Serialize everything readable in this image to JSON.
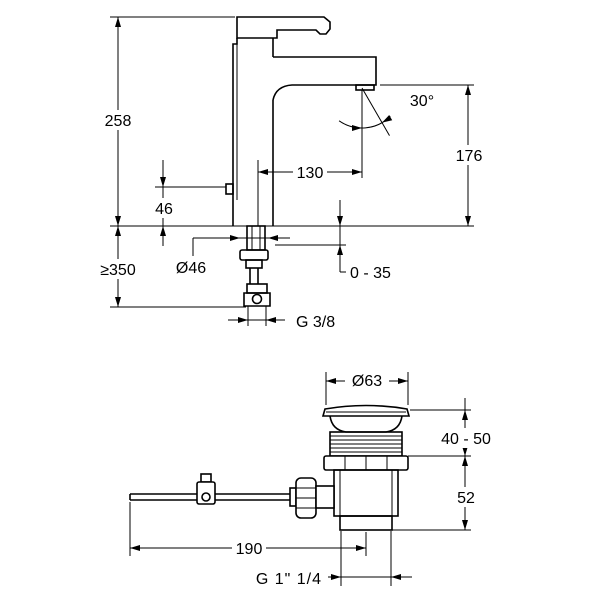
{
  "faucet": {
    "dimensions": {
      "total_height": "258",
      "spout_height": "176",
      "spout_reach": "130",
      "swivel_angle": "30°",
      "knob_height": "46",
      "hole_diameter": "Ø46",
      "below_counter": "≥350",
      "counter_thickness": "0 - 35",
      "connection_thread": "G 3/8"
    }
  },
  "waste": {
    "dimensions": {
      "flange_diameter": "Ø63",
      "flange_adjust": "40 - 50",
      "body_height": "52",
      "rod_length": "190",
      "outlet_thread": "G 1\" 1/4"
    }
  }
}
